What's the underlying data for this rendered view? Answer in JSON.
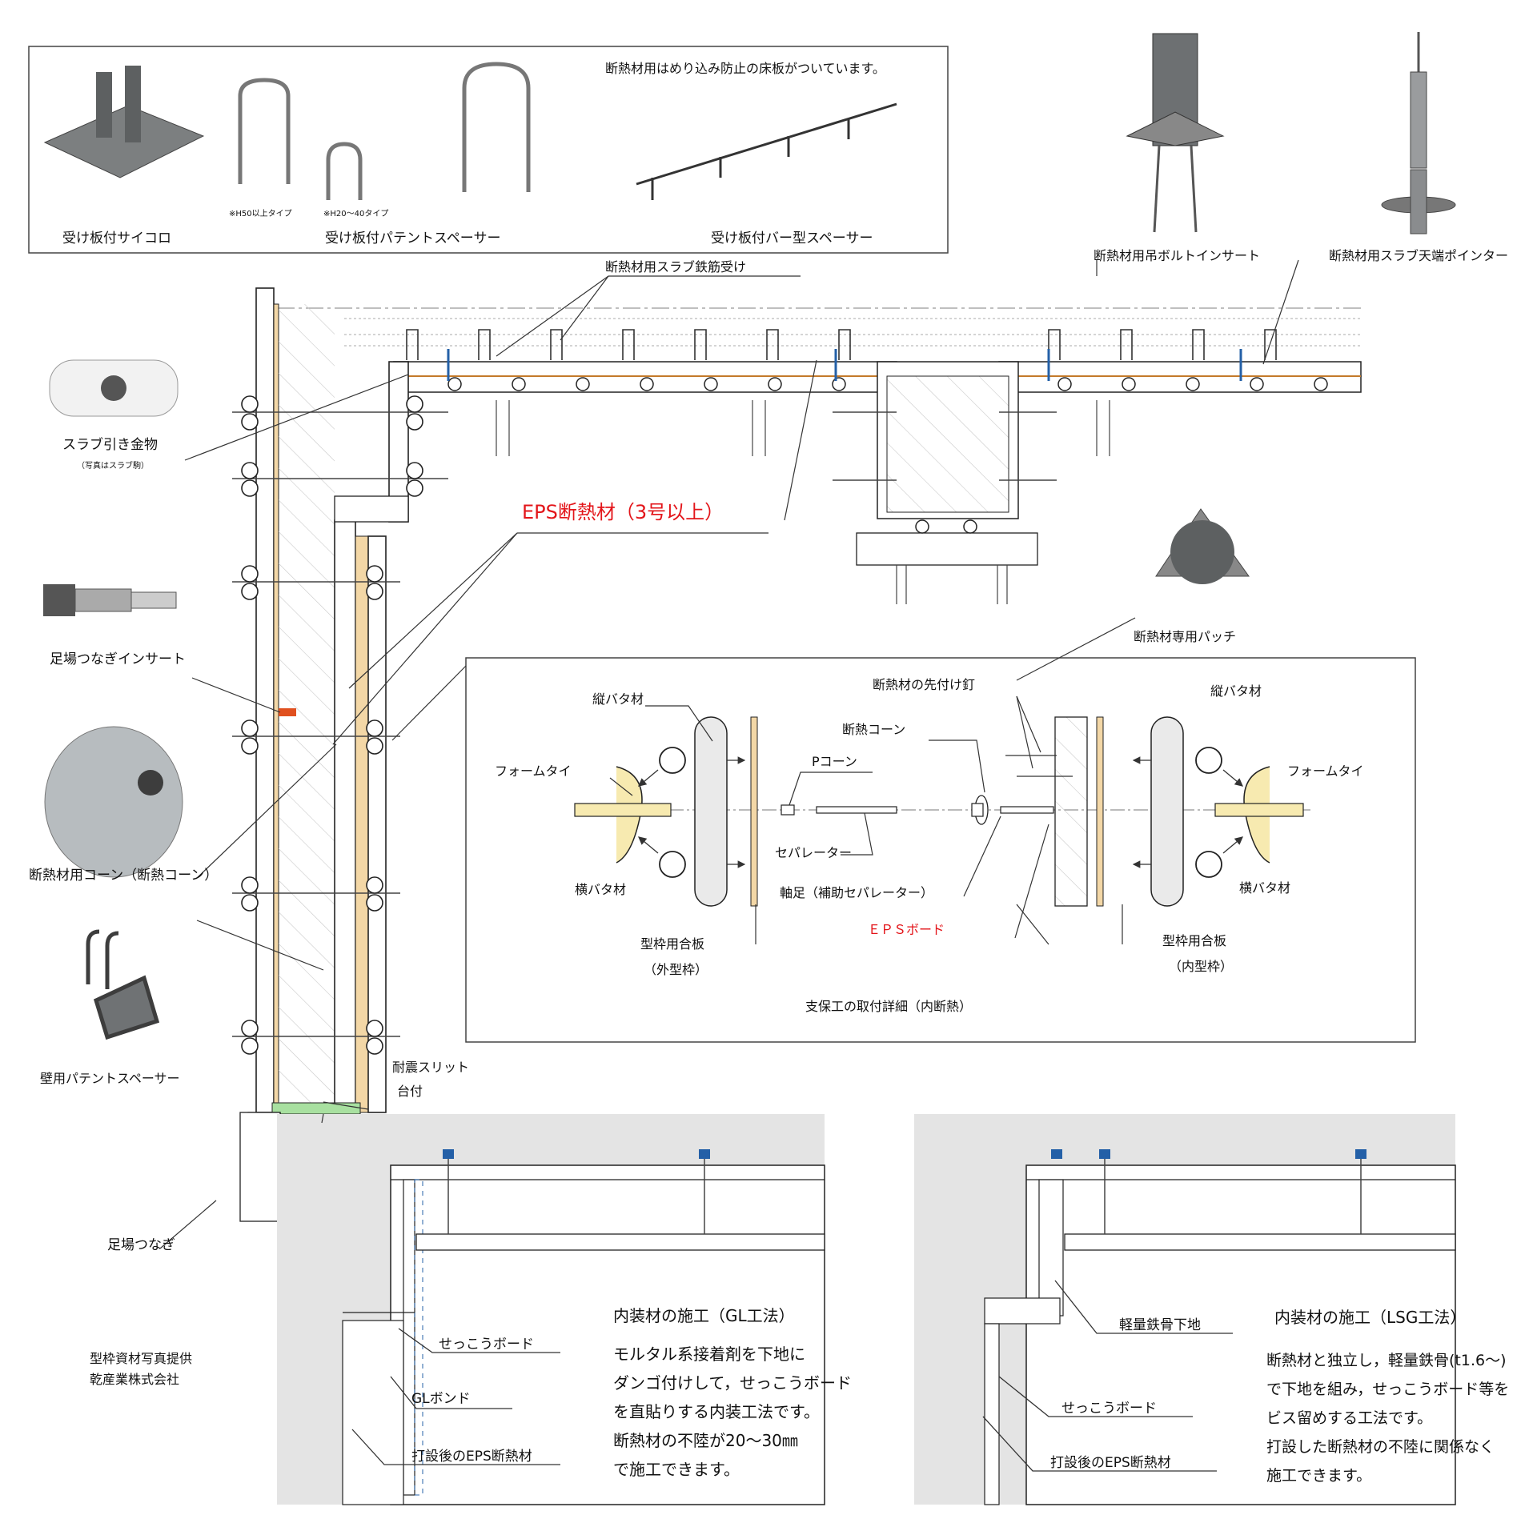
{
  "photos": {
    "saikoro": "受け板付サイコロ",
    "patent_spacer": "受け板付パテントスペーサー",
    "h50_note": "※H50以上タイプ",
    "h20_note": "※H20～40タイプ",
    "bar_spacer": "受け板付バー型スペーサー",
    "bar_note": "断熱材用はめり込み防止の床板がついています。",
    "bolt_insert": "断熱材用吊ボルトインサート",
    "slab_pointer": "断熱材用スラブ天端ポインター",
    "slab_hikikanamono": "スラブ引き金物",
    "slab_note": "（写真はスラブ駒）",
    "ashiba_insert": "足場つなぎインサート",
    "dannetsu_cone": "断熱材用コーン（断熱コーン）",
    "wall_spacer": "壁用パテントスペーサー",
    "patch": "断熱材専用パッチ"
  },
  "labels": {
    "slab_rebar": "断熱材用スラブ鉄筋受け",
    "eps": "EPS断熱材（3号以上）",
    "taishin_slit": "耐震スリット",
    "daitsuke": "台付",
    "ashiba_tsunagi": "足場つなぎ",
    "credit_1": "型枠資材写真提供",
    "credit_2": "乾産業株式会社"
  },
  "detail": {
    "caption": "支保工の取付詳細（内断熱）",
    "tate_l": "縦バタ材",
    "tate_r": "縦バタ材",
    "formtie_l": "フォームタイ",
    "formtie_r": "フォームタイ",
    "yoko_l": "横バタ材",
    "yoko_r": "横バタ材",
    "p_cone": "Pコーン",
    "separator": "セパレーター",
    "dannetsu_cone": "断熱コーン",
    "sakitsuke_kugi": "断熱材の先付け釘",
    "jikuashi": "軸足（補助セパレーター）",
    "eps_board": "ＥＰＳボード",
    "plywood_l": "型枠用合板",
    "plywood_l_sub": "（外型枠）",
    "plywood_r": "型枠用合板",
    "plywood_r_sub": "（内型枠）"
  },
  "gl": {
    "title": "内装材の施工（GL工法）",
    "lines": [
      "モルタル系接着剤を下地に",
      "ダンゴ付けして，せっこうボード",
      "を直貼りする内装工法です。",
      "断熱材の不陸が20～30㎜",
      "で施工できます。"
    ],
    "gypsum": "せっこうボード",
    "bond": "GLボンド",
    "eps_after": "打設後のEPS断熱材"
  },
  "lsg": {
    "title": "内装材の施工（LSG工法）",
    "lines": [
      "断熱材と独立し，軽量鉄骨(t1.6～)",
      "で下地を組み，せっこうボード等を",
      "ビス留めする工法です。",
      "打設した断熱材の不陸に関係なく",
      "施工できます。"
    ],
    "steel": "軽量鉄骨下地",
    "gypsum": "せっこうボード",
    "eps_after": "打設後のEPS断熱材"
  }
}
